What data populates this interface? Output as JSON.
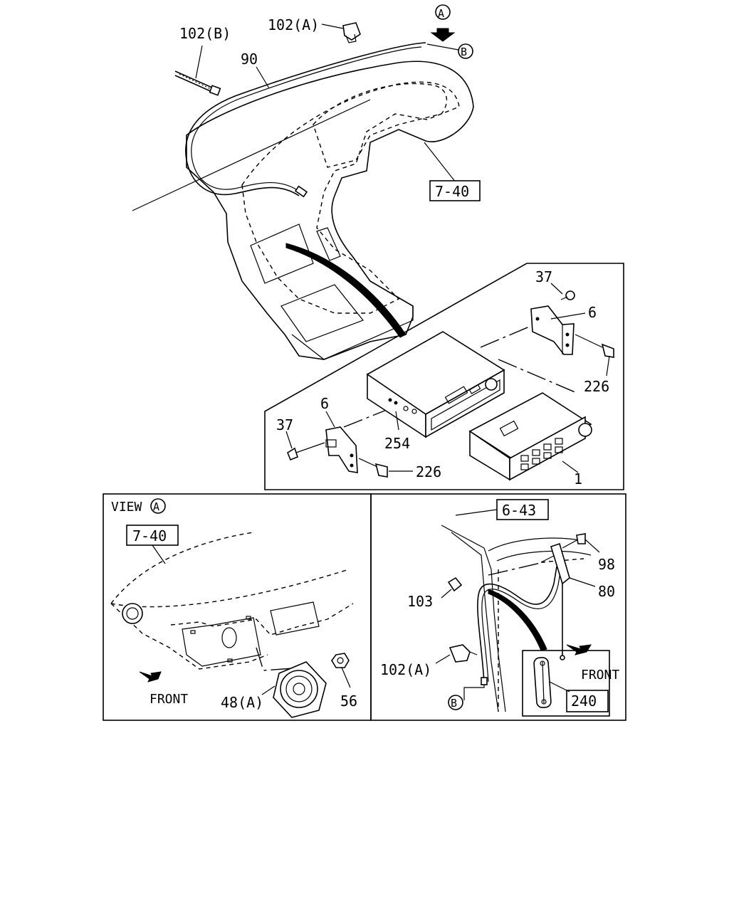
{
  "labels": {
    "p102b": "102(B)",
    "p102a_top": "102(A)",
    "view_a_marker": "A",
    "view_b_marker": "B",
    "p90": "90",
    "ref_7_40_top": "7-40",
    "p37_right": "37",
    "p6_right": "6",
    "p226_right": "226",
    "p6_left": "6",
    "p37_left": "37",
    "p254": "254",
    "p226_left": "226",
    "p1": "1",
    "view_title": "VIEW",
    "view_title_marker": "A",
    "ref_7_40_view": "7-40",
    "front_left": "FRONT",
    "p48a": "48(A)",
    "p56": "56",
    "ref_6_43": "6-43",
    "p98": "98",
    "p80": "80",
    "p103": "103",
    "front_right": "FRONT",
    "p102a_bottom": "102(A)",
    "b_marker_bottom": "B",
    "p240": "240"
  }
}
